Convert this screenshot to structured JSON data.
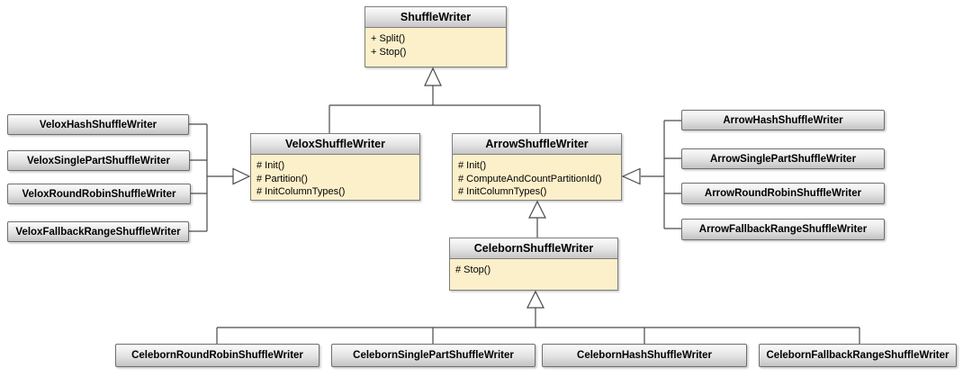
{
  "diagram": {
    "root": {
      "name": "ShuffleWriter",
      "methods": [
        "+ Split()",
        "+ Stop()"
      ]
    },
    "velox": {
      "name": "VeloxShuffleWriter",
      "methods": [
        "# Init()",
        "# Partition()",
        "# InitColumnTypes()"
      ]
    },
    "arrow": {
      "name": "ArrowShuffleWriter",
      "methods": [
        "# Init()",
        "# ComputeAndCountPartitionId()",
        "# InitColumnTypes()"
      ]
    },
    "celeborn": {
      "name": "CelebornShuffleWriter",
      "methods": [
        "# Stop()"
      ]
    },
    "velox_subclasses": [
      "VeloxHashShuffleWriter",
      "VeloxSinglePartShuffleWriter",
      "VeloxRoundRobinShuffleWriter",
      "VeloxFallbackRangeShuffleWriter"
    ],
    "arrow_subclasses": [
      "ArrowHashShuffleWriter",
      "ArrowSinglePartShuffleWriter",
      "ArrowRoundRobinShuffleWriter",
      "ArrowFallbackRangeShuffleWriter"
    ],
    "celeborn_subclasses": [
      "CelebornRoundRobinShuffleWriter",
      "CelebornSinglePartShuffleWriter",
      "CelebornHashShuffleWriter",
      "CelebornFallbackRangeShuffleWriter"
    ]
  },
  "colors": {
    "class_body": "#fcf0ca",
    "header_gradient_top": "#fcfcfc",
    "header_gradient_bottom": "#c6c6c6",
    "box_border": "#7d7d7d",
    "connector_line": "#4a4a4a",
    "background": "#ffffff"
  }
}
